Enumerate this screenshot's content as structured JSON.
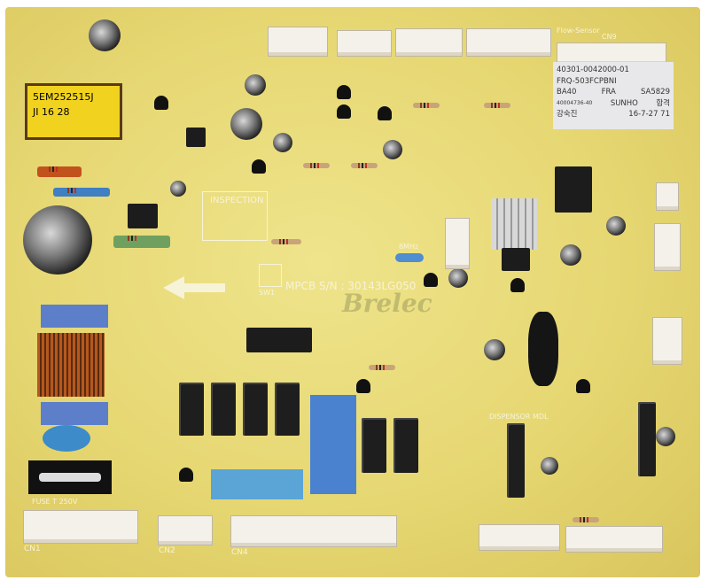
{
  "board": {
    "transformer_label": [
      "5EM252515J",
      "JI 16 28"
    ],
    "inspection_label": "INSPECTION",
    "serial_text": "MPCB S/N : 30143LG050",
    "watermark": "Brelec",
    "sw_label": "SW1",
    "crystal_label": "8MHz",
    "flow_sensor_label": "Flow-Sensor",
    "dispenser_label": "DISPENSOR MDL",
    "fuse_label": "FUSE T 250V"
  },
  "sticker": {
    "line1": "40301-0042000-01",
    "line2": "FRQ-503FCPBNI",
    "line3": [
      "BA40",
      "FRA",
      "SA5829"
    ],
    "line4": [
      "40004736-40",
      "SUNHO",
      "합격"
    ],
    "line5": [
      "강숙진",
      "16-7-27 71"
    ]
  },
  "connectors": [
    "CN1",
    "CN2",
    "CN4",
    "CN9"
  ],
  "colors": {
    "board": "#e6d772",
    "silkscreen": "#f7f3d8",
    "relay": "#1e1e1e",
    "blue_relay": "#4a82d0"
  }
}
